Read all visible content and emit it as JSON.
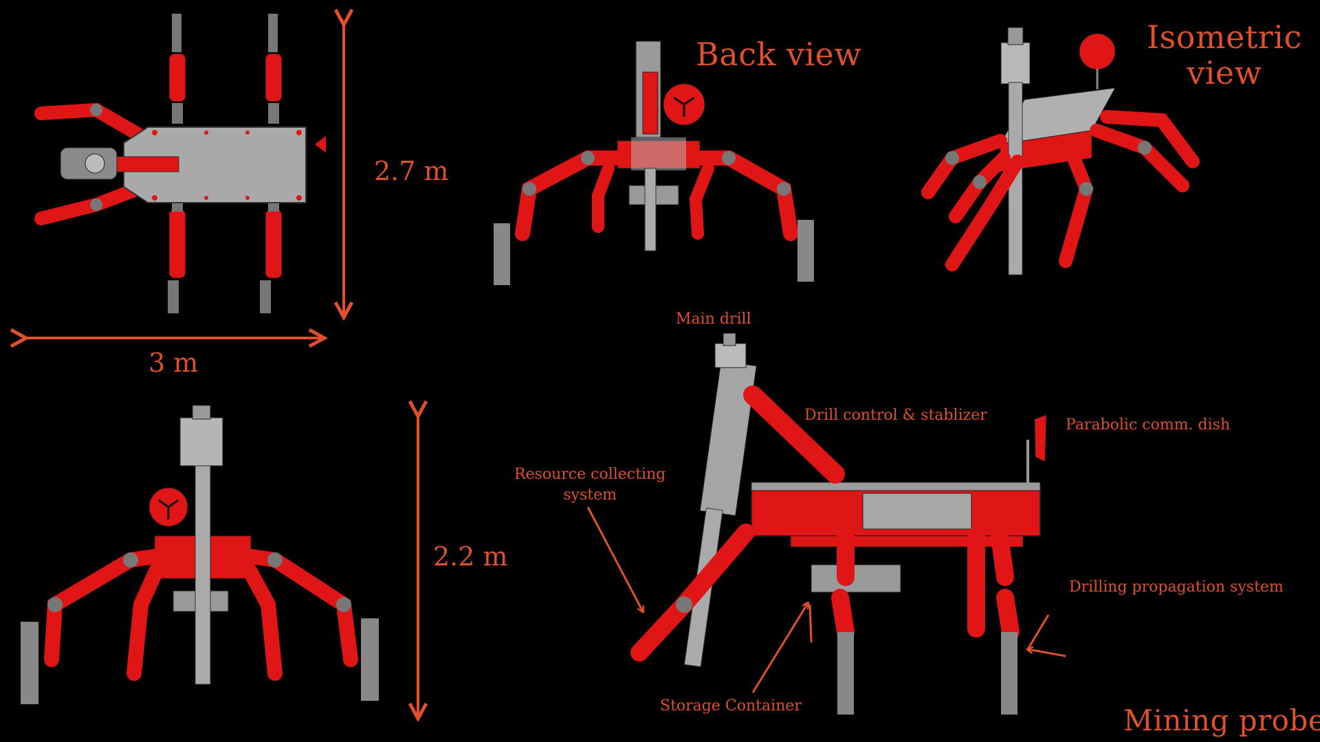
{
  "title": "Mining probe",
  "views": {
    "back_view": "Back view",
    "isometric_view_line1": "Isometric",
    "isometric_view_line2": "view"
  },
  "dimensions": {
    "width": "3 m",
    "depth": "2.7 m",
    "height": "2.2 m"
  },
  "callouts": {
    "main_drill": "Main drill",
    "drill_control": "Drill control & stablizer",
    "parabolic_dish": "Parabolic comm. dish",
    "resource_line1": "Resource collecting",
    "resource_line2": "system",
    "drilling_propagation": "Drilling propagation system",
    "storage_container": "Storage Container"
  },
  "colors": {
    "background": "#000000",
    "accent": "#e0502a",
    "robot_red": "#e01515",
    "chassis_gray": "#a9a9a9",
    "joint_gray": "#6f6f6f"
  }
}
